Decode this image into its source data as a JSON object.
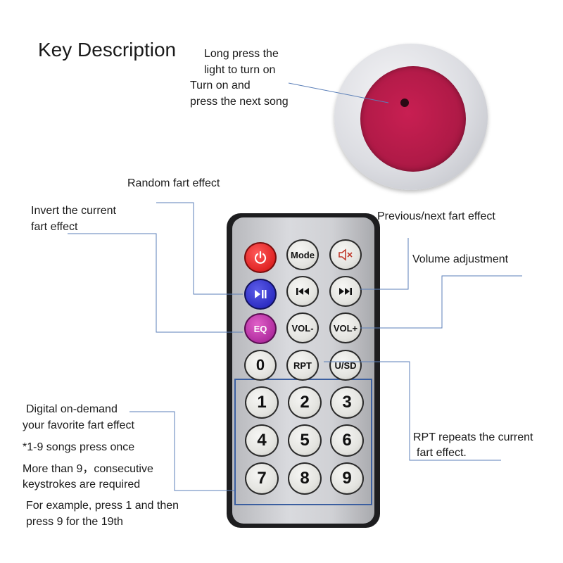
{
  "title": "Key Description",
  "top_device": {
    "label_lines": [
      "Long press the",
      "light to turn on",
      "Turn on and",
      "press the next song"
    ]
  },
  "annotations": {
    "random": "Random fart effect",
    "invert": [
      "Invert the current",
      "fart effect"
    ],
    "prev_next": "Previous/next fart effect",
    "volume": "Volume adjustment",
    "digital": [
      "Digital on-demand",
      "your favorite fart effect",
      "*1-9 songs   press once",
      "More than 9，consecutive",
      "keystrokes are required",
      "For example, press 1 and then",
      "press 9 for the 19th"
    ],
    "rpt": [
      "RPT repeats the current",
      "fart effect."
    ]
  },
  "remote": {
    "buttons": {
      "power": "power-icon",
      "mode": "Mode",
      "mute": "mute-icon",
      "play_pause": "play-pause-icon",
      "prev": "previous-icon",
      "next": "next-icon",
      "eq": "EQ",
      "vol_minus": "VOL-",
      "vol_plus": "VOL+",
      "zero": "0",
      "rpt": "RPT",
      "usd": "U/SD"
    },
    "numbers": [
      "1",
      "2",
      "3",
      "4",
      "5",
      "6",
      "7",
      "8",
      "9"
    ]
  },
  "colors": {
    "line": "#5b7fb8",
    "numpad_frame": "#3b5fa0",
    "power": "#e02424",
    "play": "#2e2ec4",
    "eq": "#b12da0",
    "device": "#b01a47"
  }
}
